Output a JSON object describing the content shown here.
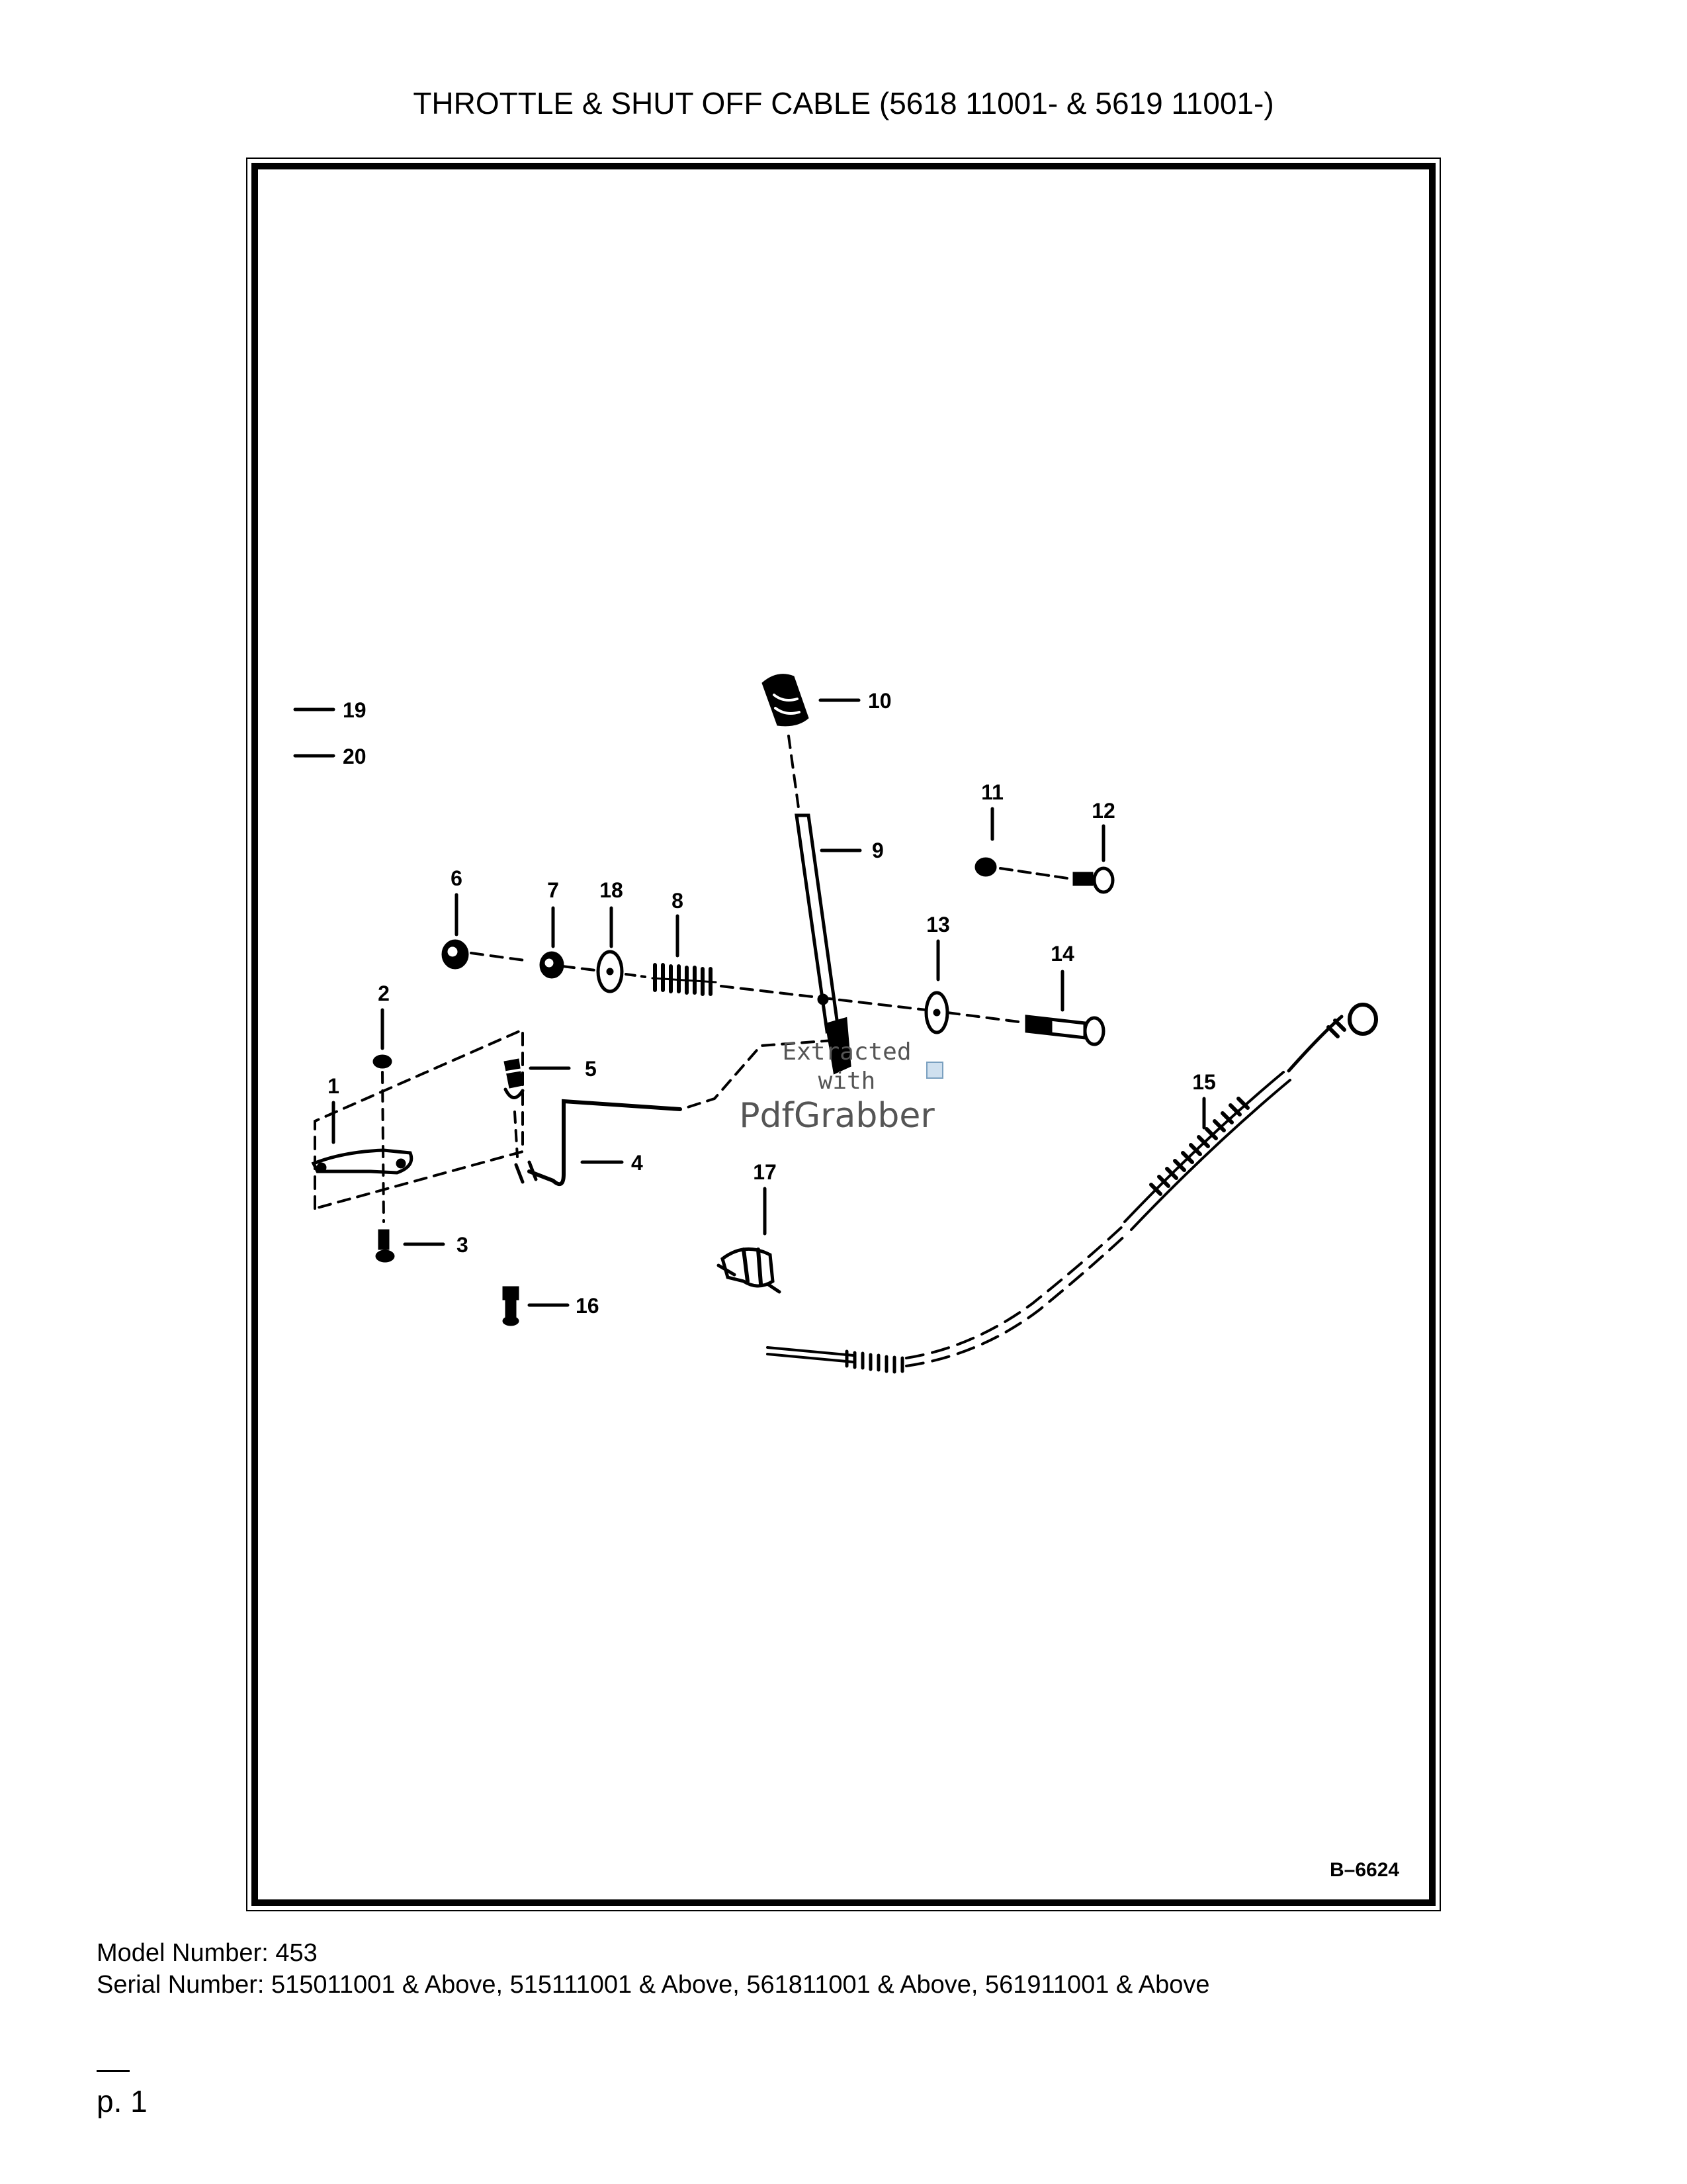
{
  "title": "THROTTLE & SHUT OFF CABLE (5618 11001- & 5619 11001-)",
  "figure_code": "B–6624",
  "watermark": {
    "line1": "Extracted",
    "line2": "with",
    "brand_a": "Pdf",
    "brand_b": "Grabber"
  },
  "callouts": [
    "1",
    "2",
    "3",
    "4",
    "5",
    "6",
    "7",
    "8",
    "9",
    "10",
    "11",
    "12",
    "13",
    "14",
    "15",
    "16",
    "17",
    "18",
    "19",
    "20"
  ],
  "footer": {
    "model": "Model Number: 453",
    "serial": "Serial Number: 515011001 & Above, 515111001 & Above, 561811001 & Above, 561911001 & Above"
  },
  "page_number": "p. 1",
  "colors": {
    "ink": "#000000",
    "paper": "#ffffff"
  }
}
